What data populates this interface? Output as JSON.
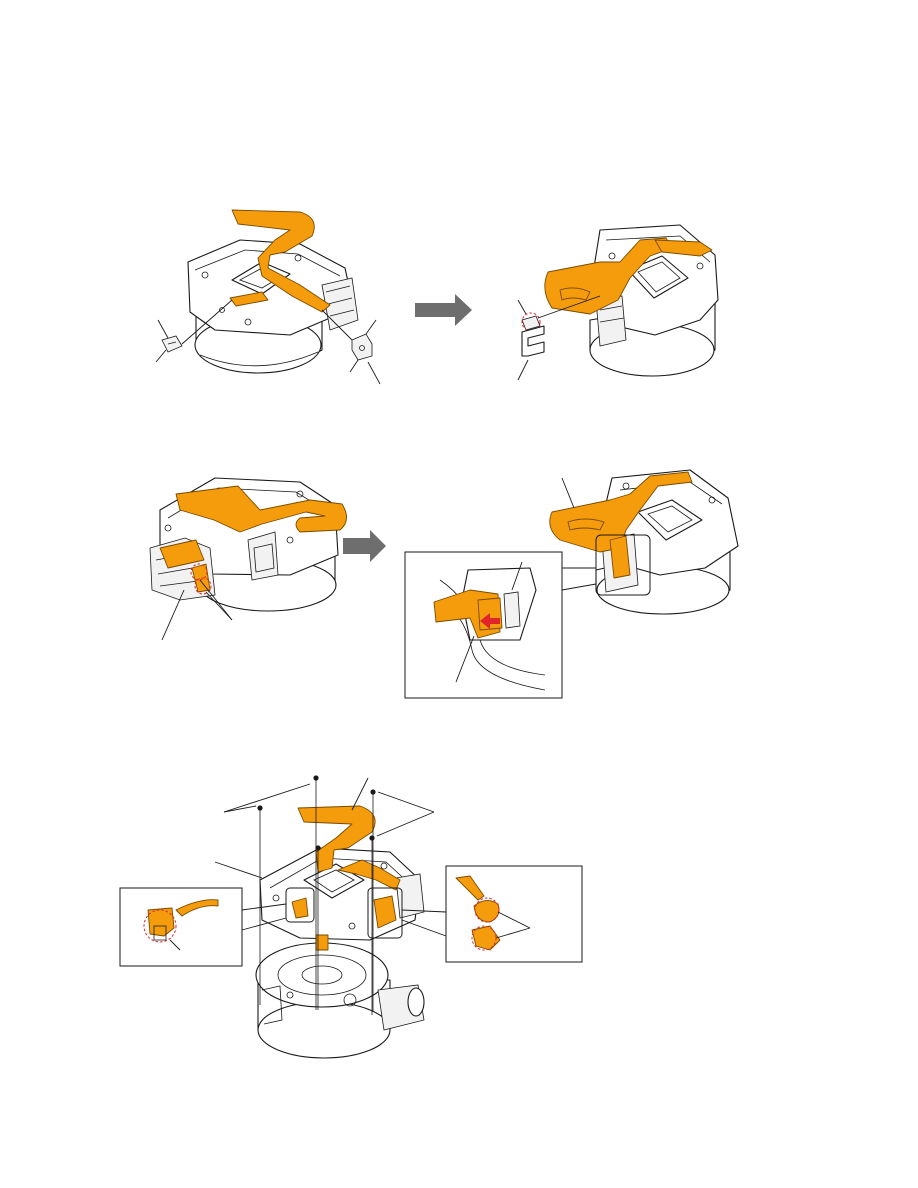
{
  "page": {
    "background": "#ffffff",
    "accent_colors": {
      "flexible_board": "#f59c0c",
      "marker_circle": "#e0242a",
      "step_arrow": "#6e6e6e",
      "insert_arrow": "#e0242a"
    }
  },
  "steps": [
    {
      "id": "step-1",
      "description_icons": [
        "lens-block-icon",
        "flexible-board-icon",
        "bracket-icon",
        "arrow-right-icon"
      ]
    },
    {
      "id": "step-2",
      "description_icons": [
        "lens-block-icon",
        "flexible-board-icon",
        "connector-icon",
        "arrow-right-icon",
        "detail-inset-icon"
      ]
    },
    {
      "id": "step-3",
      "description_icons": [
        "lens-block-icon",
        "flexible-board-icon",
        "screw-icon",
        "detail-inset-icon"
      ]
    }
  ]
}
